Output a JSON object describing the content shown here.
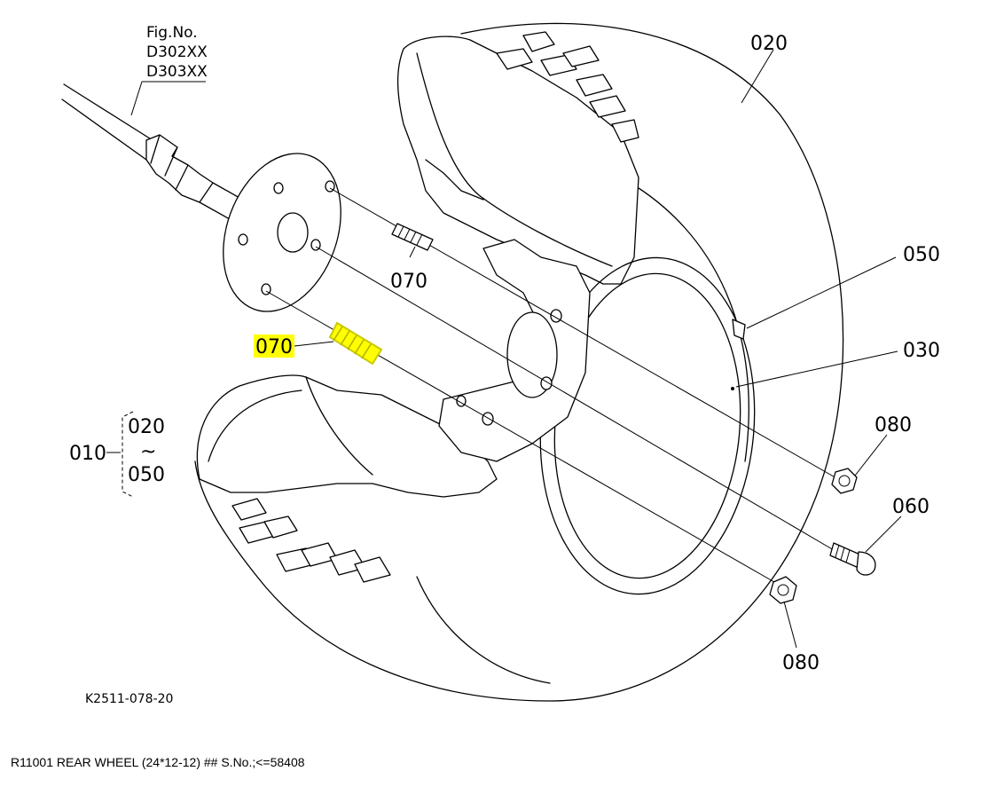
{
  "figure": {
    "fig_no_label": "Fig.No.",
    "fig_codes": [
      "D302XX",
      "D303XX"
    ],
    "drawing_code": "K2511-078-20",
    "caption": "R11001 REAR WHEEL (24*12-12) ## S.No.;<=58408"
  },
  "callouts": {
    "tire": "020",
    "valve": "050",
    "rim": "030",
    "nut_upper": "080",
    "bolt": "060",
    "nut_lower": "080",
    "stud_upper": "070",
    "stud_highlighted": "070"
  },
  "assembly": {
    "number": "010",
    "range_start": "020",
    "range_tilde": "~",
    "range_end": "050"
  },
  "colors": {
    "highlight": "#ffff00",
    "stroke": "#000000",
    "background": "#ffffff"
  }
}
